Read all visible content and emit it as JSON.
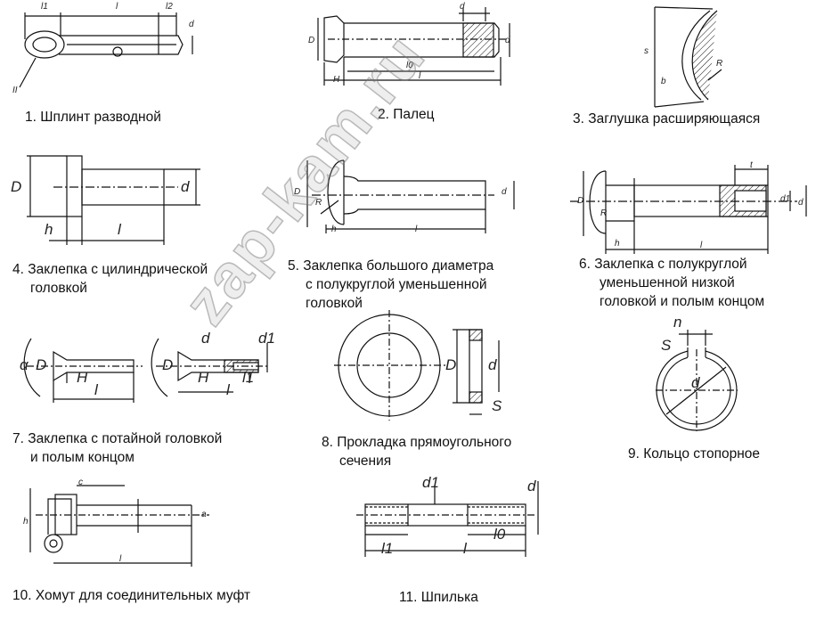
{
  "captions": {
    "c1": "1. Шплинт разводной",
    "c2": "2. Палец",
    "c3": "3. Заглушка расширяющаяся",
    "c4a": "4. Заклепка с цилиндрической",
    "c4b": "головкой",
    "c5a": "5. Заклепка большого диаметра",
    "c5b": "с полукруглой уменьшенной",
    "c5c": "головкой",
    "c6a": "6. Заклепка с полукруглой",
    "c6b": "уменьшенной низкой",
    "c6c": "головкой и полым концом",
    "c7a": "7. Заклепка с потайной головкой",
    "c7b": "и полым концом",
    "c8a": "8. Прокладка прямоугольного",
    "c8b": "сечения",
    "c9": "9. Кольцо стопорное",
    "c10": "10. Хомут для соединительных муфт",
    "c11": "11. Шпилька"
  },
  "watermark": "zap-kam.ru",
  "labels": {
    "d": "d",
    "D": "D",
    "l": "l",
    "h": "h",
    "H": "H",
    "R": "R",
    "s": "s",
    "S": "S",
    "t": "t",
    "n": "n",
    "c": "c",
    "a": "a",
    "b": "b",
    "d1": "d1",
    "l1": "l1",
    "l0": "l0",
    "l2": "l2",
    "II": "II",
    "alpha": "α"
  }
}
